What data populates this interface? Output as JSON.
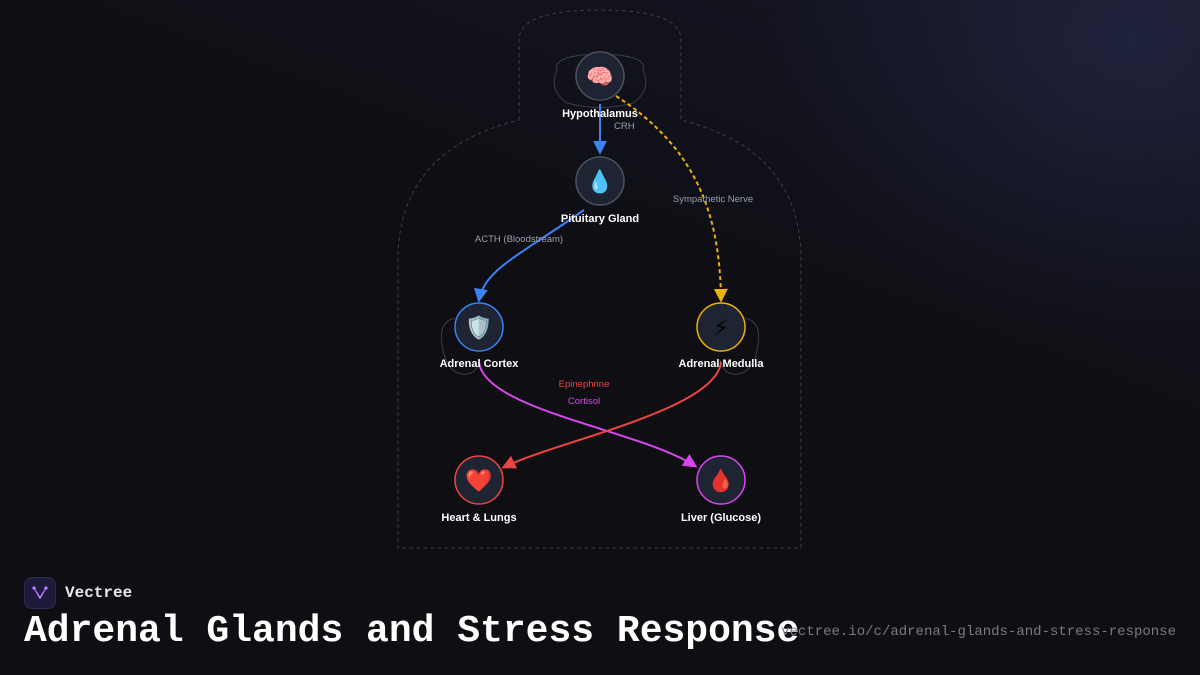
{
  "diagram": {
    "nodes": [
      {
        "id": "hypothalamus",
        "label": "Hypothalamus",
        "icon": "brain-icon",
        "glyph": "🧠",
        "border": "#4a5060"
      },
      {
        "id": "pituitary",
        "label": "Pituitary Gland",
        "icon": "droplet-icon",
        "glyph": "💧",
        "border": "#4a5060"
      },
      {
        "id": "cortex",
        "label": "Adrenal Cortex",
        "icon": "shield-icon",
        "glyph": "🛡️",
        "border": "#3b82f6"
      },
      {
        "id": "medulla",
        "label": "Adrenal Medulla",
        "icon": "lightning-icon",
        "glyph": "⚡",
        "border": "#eab308"
      },
      {
        "id": "heart",
        "label": "Heart & Lungs",
        "icon": "heart-icon",
        "glyph": "❤️",
        "border": "#ef4444"
      },
      {
        "id": "liver",
        "label": "Liver (Glucose)",
        "icon": "blood-drop-icon",
        "glyph": "🩸",
        "border": "#d946ef"
      }
    ],
    "edges": [
      {
        "from": "hypothalamus",
        "to": "pituitary",
        "label": "CRH",
        "color": "#3b82f6",
        "style": "solid"
      },
      {
        "from": "pituitary",
        "to": "cortex",
        "label": "ACTH (Bloodstream)",
        "color": "#3b82f6",
        "style": "solid"
      },
      {
        "from": "hypothalamus",
        "to": "medulla",
        "label": "Sympathetic Nerve",
        "color": "#eab308",
        "style": "dashed"
      },
      {
        "from": "cortex",
        "to": "liver",
        "label": "Cortisol",
        "color": "#d946ef",
        "style": "solid"
      },
      {
        "from": "medulla",
        "to": "heart",
        "label": "Epinephrine",
        "color": "#ef4444",
        "style": "solid"
      }
    ]
  },
  "footer": {
    "brand": "Vectree",
    "title": "Adrenal Glands and Stress Response",
    "url": "vectree.io/c/adrenal-glands-and-stress-response"
  },
  "colors": {
    "background": "#0e0e13",
    "node_fill": "#1f2433",
    "edge_label": "#9aa0ad"
  }
}
